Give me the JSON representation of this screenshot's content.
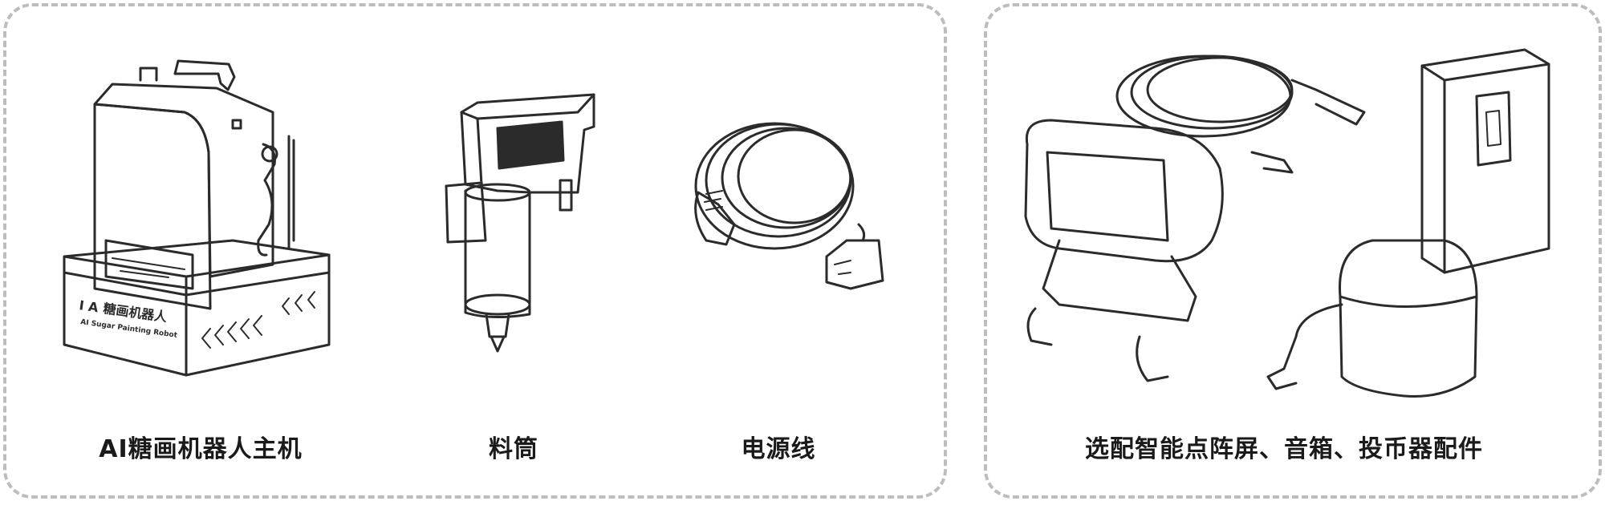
{
  "products": {
    "host": {
      "label": "AI糖画机器人主机",
      "brand_mark": "I A",
      "brand_cn": "糖画机器人",
      "brand_en": "AI Sugar Painting Robot"
    },
    "cartridge": {
      "label": "料筒"
    },
    "power_cord": {
      "label": "电源线"
    },
    "accessories": {
      "label": "选配智能点阵屏、音箱、投币器配件"
    }
  },
  "colors": {
    "border": "#bdbdbd",
    "line_art": "#2b2b2b",
    "text": "#1a1a1a"
  }
}
